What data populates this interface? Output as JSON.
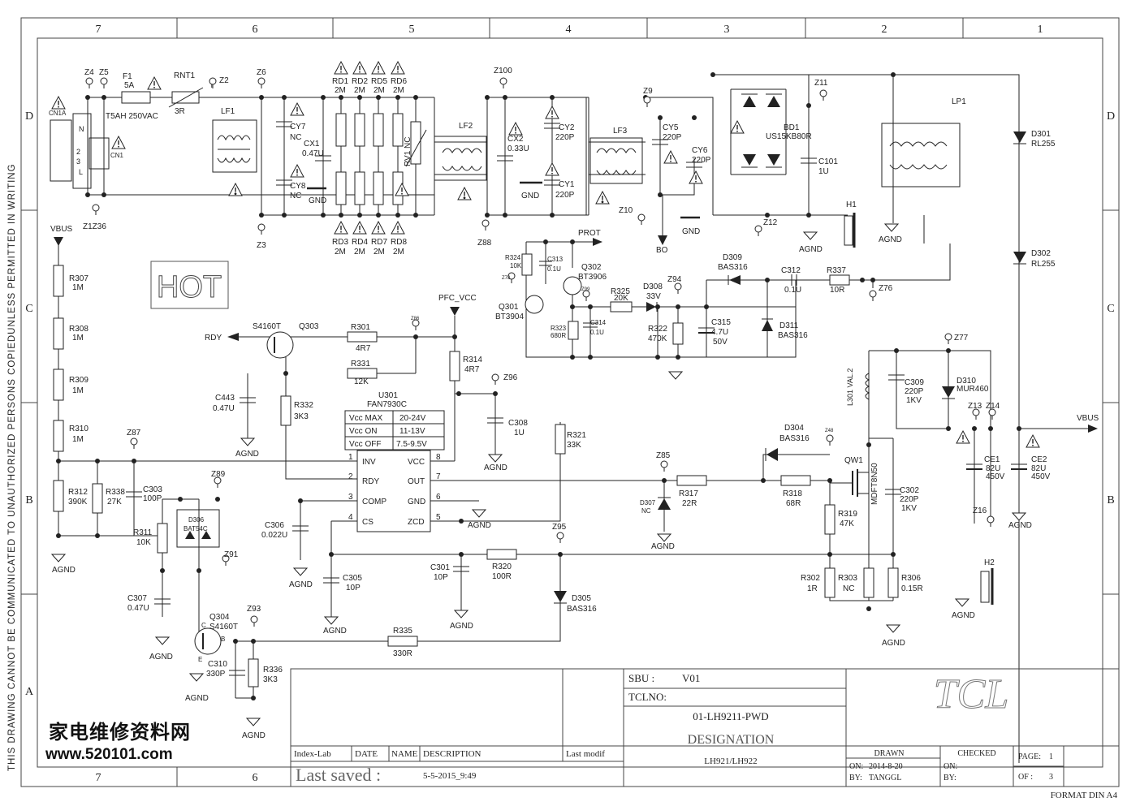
{
  "frame": {
    "top_columns": [
      "7",
      "6",
      "5",
      "4",
      "3",
      "2",
      "1"
    ],
    "bottom_columns": [
      "7",
      "6"
    ],
    "left_rows": [
      "D",
      "C",
      "B",
      "A"
    ],
    "right_rows": [
      "D",
      "C",
      "B"
    ],
    "side_text": "THIS DRAWING CANNOT BE COMMUNICATED TO UNAUTHORIZED PERSONS COPIEDUNLESS PERMITTED IN WRITING"
  },
  "hot_label": "HOT",
  "nets": {
    "vbus_left": "VBUS",
    "vbus_right": "VBUS",
    "rdy": "RDY",
    "pfc_vcc": "PFC_VCC",
    "prot": "PROT",
    "bo": "BO"
  },
  "grounds": {
    "gnd": "GND",
    "agnd": "AGND"
  },
  "components": {
    "cn1a": "CN1A",
    "cn1": "CN1",
    "cn_pins": [
      "N",
      "2",
      "3",
      "L"
    ],
    "f1": [
      "F1",
      "5A",
      "T5AH 250VAC"
    ],
    "rnt1": [
      "RNT1",
      "3R"
    ],
    "rnt1_t": "T",
    "lf1": "LF1",
    "cy7": [
      "CY7",
      "NC"
    ],
    "cy8": [
      "CY8",
      "NC"
    ],
    "cx1": [
      "CX1",
      "0.47U"
    ],
    "rd_top": [
      "RD1",
      "RD2",
      "RD5",
      "RD6"
    ],
    "rd_bottom": [
      "RD3",
      "RD4",
      "RD7",
      "RD8"
    ],
    "rd_value": "2M",
    "rv1": "RV1 NC",
    "lf2": "LF2",
    "cx2": [
      "CX2",
      "0.33U"
    ],
    "cy2": [
      "CY2",
      "220P"
    ],
    "cy1": [
      "CY1",
      "220P"
    ],
    "lf3": "LF3",
    "cy5": [
      "CY5",
      "220P"
    ],
    "cy6": [
      "CY6",
      "220P"
    ],
    "bd1": [
      "BD1",
      "US15KB80R"
    ],
    "c101": [
      "C101",
      "1U"
    ],
    "lp1": "LP1",
    "h1": "H1",
    "h2": "H2",
    "d301": [
      "D301",
      "RL255"
    ],
    "d302": [
      "D302",
      "RL255"
    ],
    "r307": [
      "R307",
      "1M"
    ],
    "r308": [
      "R308",
      "1M"
    ],
    "r309": [
      "R309",
      "1M"
    ],
    "r310": [
      "R310",
      "1M"
    ],
    "r312": [
      "R312",
      "390K"
    ],
    "r338": [
      "R338",
      "27K"
    ],
    "c303": [
      "C303",
      "100P"
    ],
    "r311": [
      "R311",
      "10K"
    ],
    "d306": [
      "D306",
      "BAT54C"
    ],
    "c307": [
      "C307",
      "0.47U"
    ],
    "q304": [
      "Q304",
      "S4160T"
    ],
    "q304_pins": [
      "C",
      "B",
      "E"
    ],
    "c310": [
      "C310",
      "330P"
    ],
    "r336": [
      "R336",
      "3K3"
    ],
    "r335": [
      "R335",
      "330R"
    ],
    "q303": [
      "S4160T",
      "Q303"
    ],
    "r301": [
      "R301",
      "4R7"
    ],
    "r331": [
      "R331",
      "12K"
    ],
    "c443": [
      "C443",
      "0.47U"
    ],
    "r332": [
      "R332",
      "3K3"
    ],
    "r314": [
      "R314",
      "4R7"
    ],
    "c308": [
      "C308",
      "1U"
    ],
    "c306": [
      "C306",
      "0.022U"
    ],
    "c305": [
      "C305",
      "10P"
    ],
    "c301": [
      "C301",
      "10P"
    ],
    "r320": [
      "R320",
      "100R"
    ],
    "d305": [
      "D305",
      "BAS316"
    ],
    "r321": [
      "R321",
      "33K"
    ],
    "r317": [
      "R317",
      "22R"
    ],
    "d307": [
      "D307",
      "NC"
    ],
    "r318": [
      "R318",
      "68R"
    ],
    "d304": [
      "D304",
      "BAS316"
    ],
    "qw1": [
      "QW1",
      "MDFT8N50"
    ],
    "r319": [
      "R319",
      "47K"
    ],
    "c302": [
      "C302",
      "220P",
      "1KV"
    ],
    "r302": [
      "R302",
      "1R"
    ],
    "r303": [
      "R303",
      "NC"
    ],
    "r306": [
      "R306",
      "0.15R"
    ],
    "l301": "L301  VAL.2",
    "c309": [
      "C309",
      "220P",
      "1KV"
    ],
    "d310": [
      "D310",
      "MUR460"
    ],
    "ce1": [
      "CE1",
      "82U",
      "450V"
    ],
    "ce2": [
      "CE2",
      "82U",
      "450V"
    ],
    "r324": [
      "R324",
      "10K"
    ],
    "c313": [
      "C313",
      "0.1U"
    ],
    "q302": [
      "Q302",
      "BT3906"
    ],
    "q301": [
      "Q301",
      "BT3904"
    ],
    "r325": [
      "R325",
      "20K"
    ],
    "r323": [
      "R323",
      "680R"
    ],
    "c314": [
      "C314",
      "0.1U"
    ],
    "d308": [
      "D308",
      "33V"
    ],
    "r322": [
      "R322",
      "470K"
    ],
    "c315": [
      "C315",
      "4.7U",
      "50V"
    ],
    "d309": [
      "D309",
      "BAS316"
    ],
    "d311": [
      "D311",
      "BAS316"
    ],
    "c312": [
      "C312",
      "0.1U"
    ],
    "r337": [
      "R337",
      "10R"
    ]
  },
  "u301": {
    "ref": "U301",
    "part": "FAN7930C",
    "pins_left": [
      {
        "num": "1",
        "name": "INV"
      },
      {
        "num": "2",
        "name": "RDY"
      },
      {
        "num": "3",
        "name": "COMP"
      },
      {
        "num": "4",
        "name": "CS"
      }
    ],
    "pins_right": [
      {
        "num": "8",
        "name": "VCC"
      },
      {
        "num": "7",
        "name": "OUT"
      },
      {
        "num": "6",
        "name": "GND"
      },
      {
        "num": "5",
        "name": "ZCD"
      }
    ],
    "spec_table": [
      {
        "param": "Vcc MAX",
        "value": "20-24V"
      },
      {
        "param": "Vcc ON",
        "value": "11-13V"
      },
      {
        "param": "Vcc OFF",
        "value": "7.5-9.5V"
      }
    ]
  },
  "testpoints": {
    "z4": "Z4",
    "z5": "Z5",
    "z2": "Z2",
    "z6": "Z6",
    "z1z36": "Z1Z36",
    "z3": "Z3",
    "z100": "Z100",
    "z88": "Z88",
    "z9": "Z9",
    "z10": "Z10",
    "z11": "Z11",
    "z12": "Z12",
    "z87": "Z87",
    "z89": "Z89",
    "z91": "Z91",
    "z93": "Z93",
    "z96": "Z96",
    "z85": "Z85",
    "z95": "Z95",
    "z94": "Z94",
    "z76": "Z76",
    "z77": "Z77",
    "z13": "Z13",
    "z14": "Z14",
    "z16": "Z16",
    "z48": "Z48",
    "z99": "Z99",
    "z78": "Z78",
    "z86": "Z86"
  },
  "title_block": {
    "sbu_label": "SBU :",
    "sbu_value": "V01",
    "tclno_label": "TCLNO:",
    "tclno_value": "01-LH9211-PWD",
    "designation_label": "DESIGNATION",
    "designation_value": "LH921/LH922",
    "logo": "TCL",
    "rev_headers": [
      "Index-Lab",
      "DATE",
      "NAME",
      "DESCRIPTION",
      "Last modif"
    ],
    "last_saved_label": "Last saved :",
    "last_saved_value": "5-5-2015_9:49",
    "drawn_label": "DRAWN",
    "drawn_on_label": "ON:",
    "drawn_on_value": "2014-8-20",
    "drawn_by_label": "BY:",
    "drawn_by_value": "TANGGL",
    "checked_label": "CHECKED",
    "checked_on_label": "ON:",
    "checked_by_label": "BY:",
    "page_label": "PAGE:",
    "page_value": "1",
    "of_label": "OF :",
    "of_value": "3",
    "format": "FORMAT DIN A4"
  },
  "watermark": {
    "cn": "家电维修资料网",
    "url": "www.520101.com"
  }
}
